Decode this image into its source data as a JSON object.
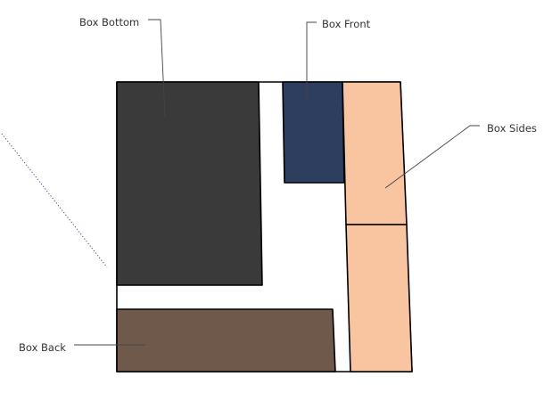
{
  "labels": {
    "box_bottom": "Box Bottom",
    "box_front": "Box Front",
    "box_sides": "Box Sides",
    "box_back": "Box Back"
  },
  "colors": {
    "box_bottom": "#3a3a3a",
    "box_front": "#2d3e5e",
    "box_sides": "#f9c4a0",
    "box_back": "#6e594b",
    "sheet": "#ffffff",
    "outline": "#000000"
  }
}
